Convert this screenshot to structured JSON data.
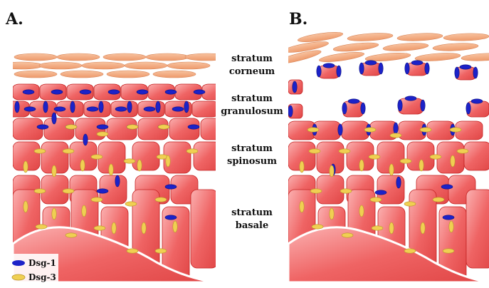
{
  "panels": [
    {
      "label": "A."
    },
    {
      "label": "B."
    }
  ],
  "layers": [
    {
      "line1": "stratum",
      "line2": "corneum"
    },
    {
      "line1": "stratum",
      "line2": "granulosum"
    },
    {
      "line1": "stratum",
      "line2": "spinosum"
    },
    {
      "line1": "stratum",
      "line2": "basale"
    }
  ],
  "legend": [
    {
      "label": "Dsg-1",
      "color": "#1c22c8"
    },
    {
      "label": "Dsg-3",
      "color": "#f0cf52"
    }
  ],
  "colors": {
    "corneum": "#f2a77c",
    "cell": "#ee5a5a",
    "cell_light": "#f9a0a0",
    "cell_stroke": "#c42222",
    "dsg1": "#1c22c8",
    "dsg3": "#f0cf52"
  }
}
